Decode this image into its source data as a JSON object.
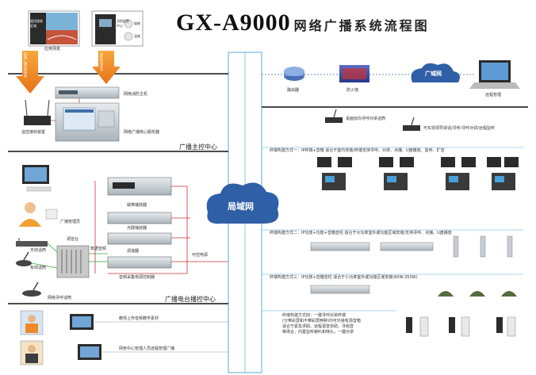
{
  "title": {
    "main": "GX-A9000",
    "sub": "网络广播系统流程图"
  },
  "top_panels": {
    "left_lines": [
      "遥控接收",
      "区域"
    ],
    "left_caption": "应用场景",
    "right_lines": [
      "消防报警",
      "中心"
    ],
    "right_side": [
      "烟感",
      "温感"
    ],
    "arrow_left": "区域广播应用场所",
    "arrow_right": "消防联动信号"
  },
  "left_labels": {
    "remote": "遥控接收装置",
    "fire_host": "网络消防主机",
    "core_server": "网络广播核心服务器",
    "control_center": "广播主控中心",
    "operator": "广播管理员",
    "mixer": "调音台",
    "wireless_mic": "无线话筒",
    "wired_mic": "有线话筒",
    "amp_signal": "数据音频",
    "dvd": "磁带播放器",
    "cd": "光碟播放器",
    "tuner": "调谐器",
    "sequencer": "音频采集电源控制器",
    "power": "可控电源",
    "paging_mic": "网络寻呼话筒",
    "station": "广播电台播控中心",
    "teacher": "教师上传音频教学素材",
    "manager": "网管中心管理人员远程管理广播"
  },
  "top_right": {
    "router": "路由器",
    "firewall": "防火墙",
    "wan": "广域网",
    "remote_admin": "远程管理"
  },
  "lan": "局域网",
  "right_labels": {
    "desk_intercom": "桌面双向寻呼对讲话筒",
    "paging_note": "可实现领导讲话/寻呼/寻呼对讲/远程监听",
    "mode1": "终端构建方式一：IP终端+音箱 适合于室内安装/终端支持寻呼、对讲、点播、U盘播放、监听、扩音",
    "mode2": "终端构建方式二：IP功放+功放+音箱音柱 适合于大功率室外或功能区域安装/支持寻呼、点播、U盘播放",
    "mode3": "终端构建方式三：IP功放+音箱音柱 适合于小功率室外或功能区域安装(60W-350W)",
    "mode4_lines": [
      "终端构建方式四：一键寻呼对讲终端",
      "(分带彩屏和不带彩屏两种)均可外接有源音箱",
      "适合于紧急求助、远程语音协助、寻组音",
      "等场合，内置监听喇叭和咪头，一键对讲"
    ]
  }
}
